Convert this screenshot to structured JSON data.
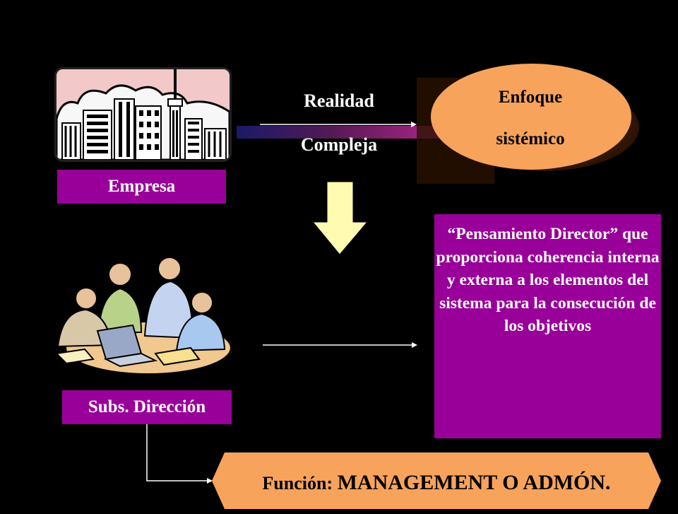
{
  "nodes": {
    "empresa": "Empresa",
    "subs_direccion": "Subs. Dirección",
    "realidad_line1": "Realidad",
    "realidad_line2": "Compleja",
    "enfoque_line1": "Enfoque",
    "enfoque_line2": "sistémico",
    "pensamiento": "“Pensamiento Director” que proporciona coherencia interna y externa a los elementos del sistema para la consecución de los objetivos",
    "funcion_prefix": "Función: ",
    "funcion_value": "MANAGEMENT O ADMÓN."
  },
  "colors": {
    "background": "#000000",
    "label_box": "#990099",
    "oval": "#f7a35c",
    "down_arrow": "#fffbb0",
    "connectors": "#ffffff"
  },
  "icons": {
    "city": "city-buildings-icon",
    "meeting": "business-meeting-icon"
  }
}
